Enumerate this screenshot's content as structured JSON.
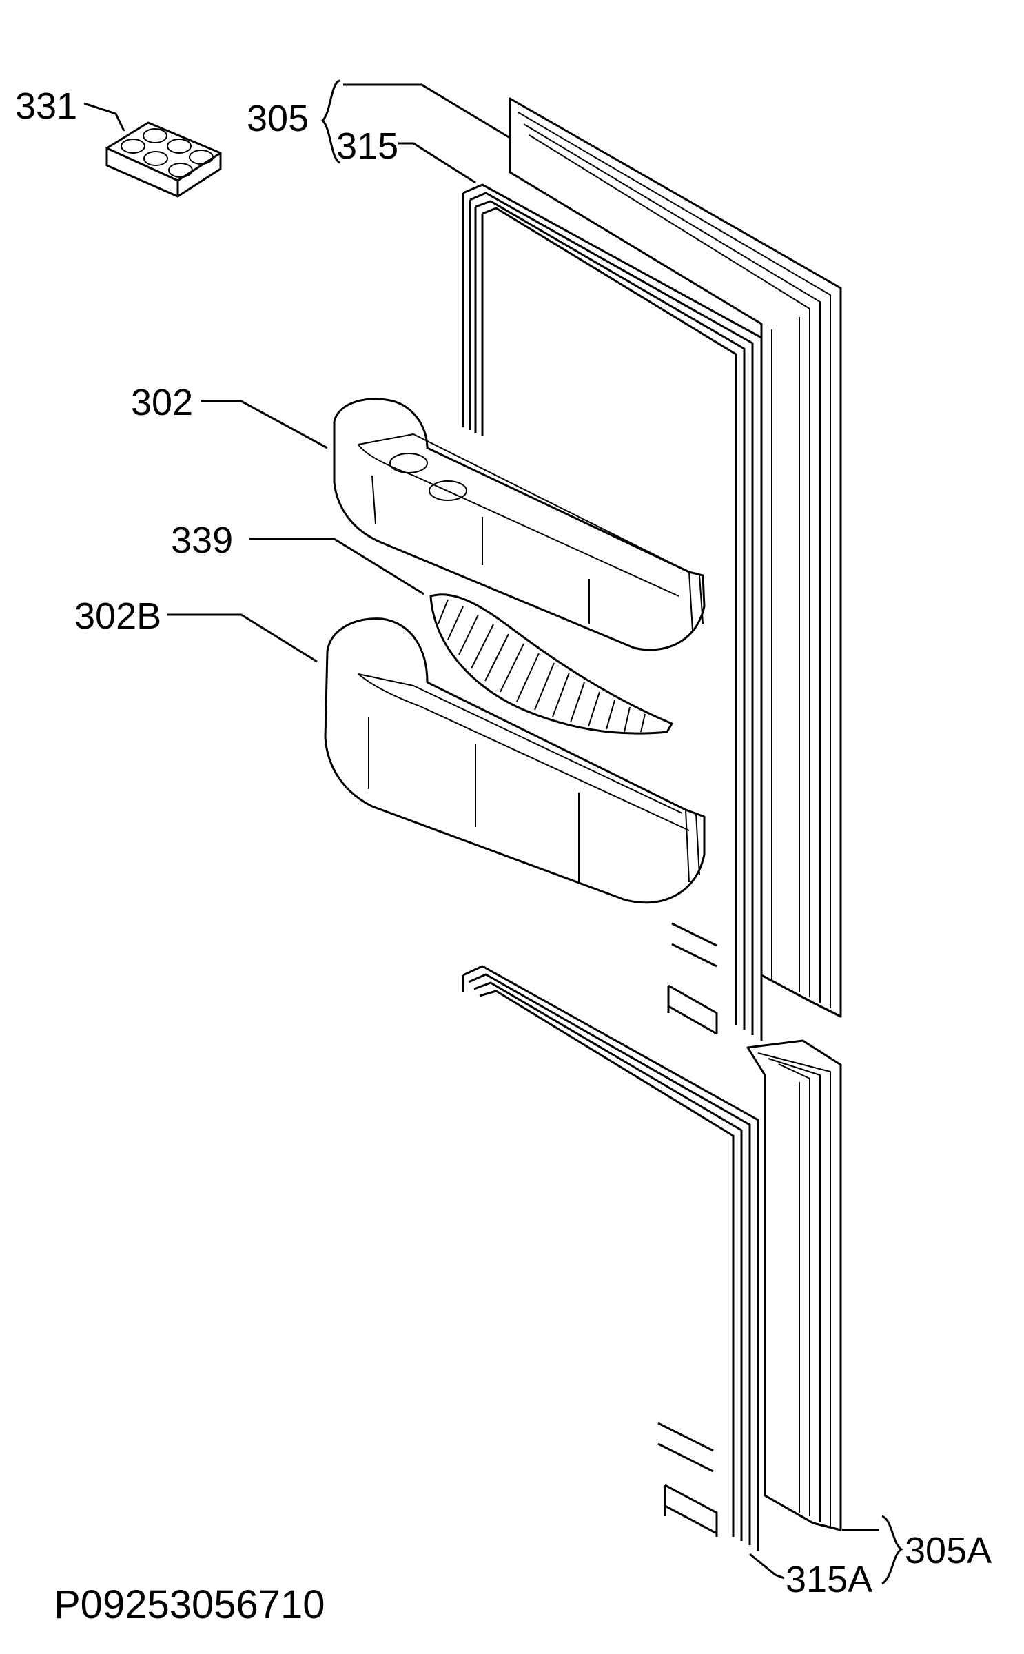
{
  "callouts": {
    "c331": "331",
    "c305": "305",
    "c315": "315",
    "c302": "302",
    "c339": "339",
    "c302b": "302B",
    "c305a": "305A",
    "c315a": "315A"
  },
  "drawing_code": "P09253056710"
}
